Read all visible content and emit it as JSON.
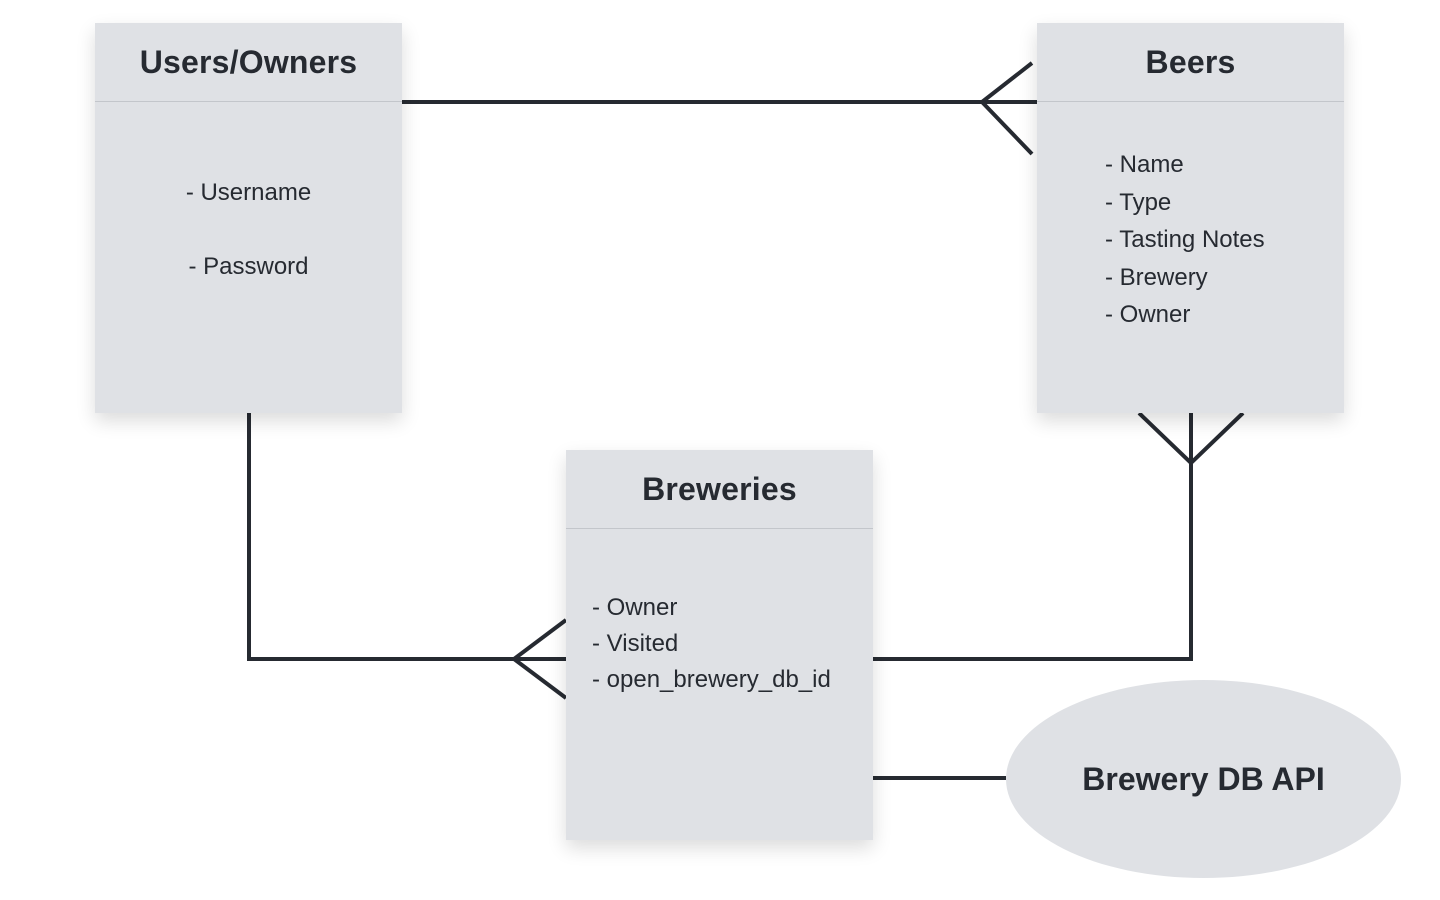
{
  "entities": {
    "users": {
      "title": "Users/Owners",
      "fields": [
        "- Username",
        "- Password"
      ]
    },
    "beers": {
      "title": "Beers",
      "fields": [
        "- Name",
        "- Type",
        "- Tasting Notes",
        "- Brewery",
        "- Owner"
      ]
    },
    "breweries": {
      "title": "Breweries",
      "fields": [
        "- Owner",
        "- Visited",
        "- open_brewery_db_id"
      ]
    }
  },
  "external": {
    "label": "Brewery DB API"
  },
  "relationships": [
    {
      "from": "users",
      "to": "beers",
      "cardinality": "one-to-many"
    },
    {
      "from": "users",
      "to": "breweries",
      "cardinality": "one-to-many"
    },
    {
      "from": "breweries",
      "to": "beers",
      "cardinality": "one-to-many"
    },
    {
      "from": "breweries",
      "to": "external",
      "cardinality": "one-to-one"
    }
  ],
  "colors": {
    "box": "#dfe1e5",
    "line": "#262a31",
    "text": "#262a31",
    "divider": "#c3c6cb"
  }
}
